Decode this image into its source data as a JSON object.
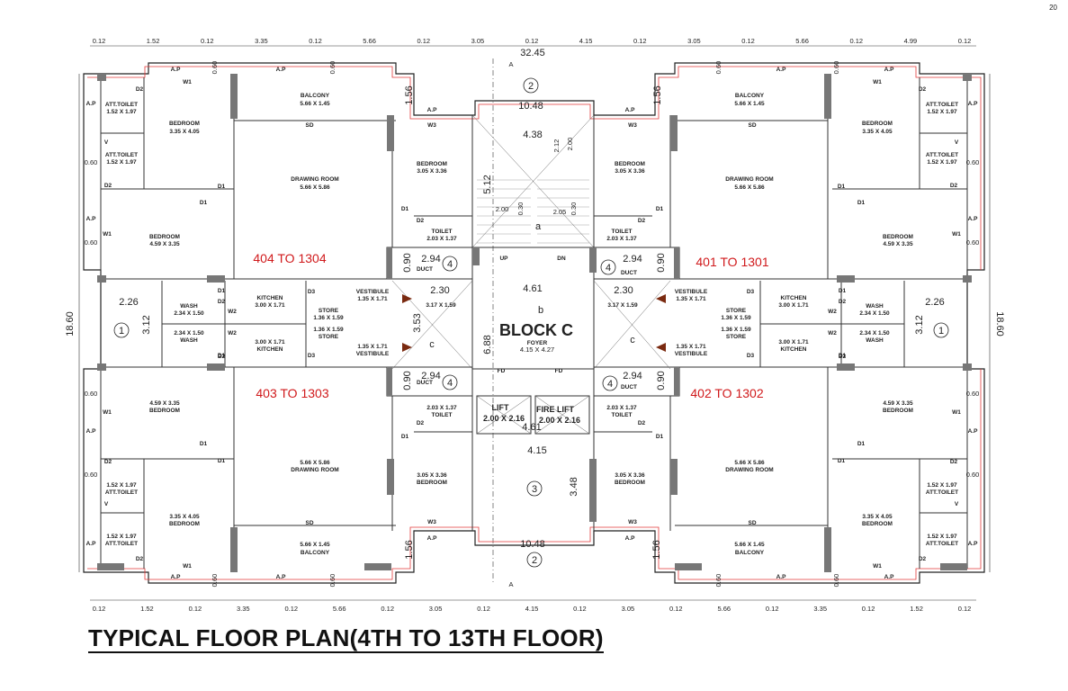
{
  "page_number": "20",
  "title": "TYPICAL FLOOR PLAN(4TH TO 13TH FLOOR)",
  "block_label": "BLOCK C",
  "units": {
    "top_left": "404 TO 1304",
    "top_right": "401 TO 1301",
    "bottom_left": "403 TO 1303",
    "bottom_right": "402 TO 1302"
  },
  "top_dims": [
    "0.12",
    "1.52",
    "0.12",
    "3.35",
    "0.12",
    "5.66",
    "0.12",
    "3.05",
    "0.12",
    "4.15",
    "0.12",
    "3.05",
    "0.12",
    "5.66",
    "0.12",
    "4.99",
    "0.12"
  ],
  "bottom_dims": [
    "0.12",
    "1.52",
    "0.12",
    "3.35",
    "0.12",
    "5.66",
    "0.12",
    "3.05",
    "0.12",
    "4.15",
    "0.12",
    "3.05",
    "0.12",
    "5.66",
    "0.12",
    "3.35",
    "0.12",
    "1.52",
    "0.12"
  ],
  "overall_width": "32.45",
  "overall_height": "18.60",
  "grid": {
    "one": "1",
    "two": "2",
    "three": "3",
    "four": "4",
    "a": "a",
    "b": "b",
    "c": "c",
    "A": "A"
  },
  "rooms": {
    "bedroom": "BEDROOM",
    "balcony": "BALCONY",
    "drawing": "DRAWING ROOM",
    "kitchen": "KITCHEN",
    "wash": "WASH",
    "store": "STORE",
    "vestibule": "VESTIBULE",
    "toilet": "TOILET",
    "att_toilet": "ATT.TOILET",
    "duct": "DUCT",
    "foyer": "FOYER",
    "lift": "LIFT",
    "fire_lift": "FIRE LIFT"
  },
  "sizes": {
    "bed_335": "3.35 X 4.05",
    "bed_459": "4.59 X 3.35",
    "bed_305": "3.05 X 3.36",
    "drawing": "5.66 X 5.86",
    "balcony": "5.66 X 1.45",
    "kitchen": "3.00 X 1.71",
    "wash": "2.34 X 1.50",
    "store": "1.36 X 1.59",
    "vestibule": "1.35 X 1.71",
    "toilet": "2.03 X 1.37",
    "att_toilet": "1.52 X 1.97",
    "foyer": "4.15 X 4.27",
    "lift": "2.00 X 2.16",
    "stair": "3.17 X 1.59"
  },
  "labels": {
    "ap": "A.P",
    "w1": "W1",
    "w2": "W2",
    "w3": "W3",
    "d1": "D1",
    "d2": "D2",
    "d3": "D3",
    "sd": "SD",
    "v": "V",
    "up": "UP",
    "dn": "DN",
    "fd": "FD"
  },
  "inner_dims": {
    "d156": "1.56",
    "d1048": "10.48",
    "d438": "4.38",
    "d212": "2.12",
    "d200": "2.00",
    "d512": "5.12",
    "d030": "0.30",
    "d205": "2.05",
    "d294": "2.94",
    "d090": "0.90",
    "d230": "2.30",
    "d461": "4.61",
    "d226": "2.26",
    "d312": "3.12",
    "d353": "3.53",
    "d688": "6.88",
    "d415": "4.15",
    "d348": "3.48",
    "d060": "0.60"
  }
}
